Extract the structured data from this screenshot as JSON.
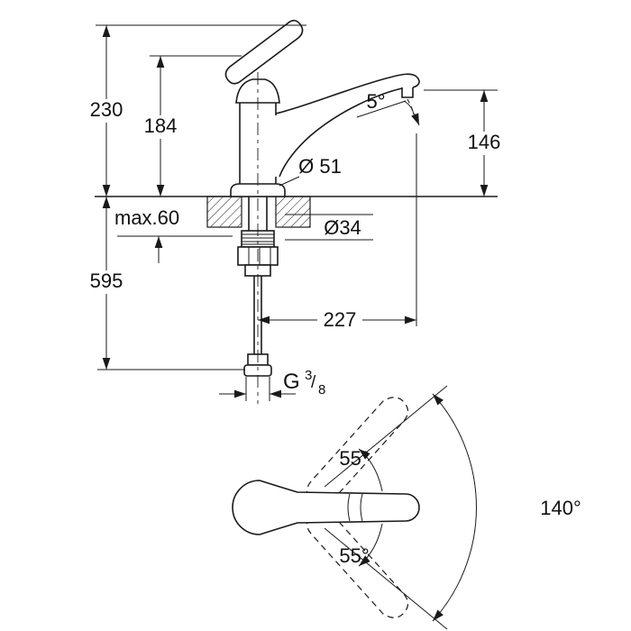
{
  "drawing_title": "faucet-dimension-drawing",
  "colors": {
    "line": "#1a1a1a",
    "background": "#ffffff"
  },
  "side_view": {
    "dims": {
      "height_total": "230",
      "height_body": "184",
      "spout_height": "146",
      "spout_angle": "5°",
      "base_diameter": "Ø 51",
      "deck_max": "max.60",
      "hole_diameter": "Ø34",
      "hose_length": "595",
      "spout_reach": "227",
      "thread_g": "G",
      "thread_num": "3",
      "thread_slash": "/",
      "thread_den": "8"
    }
  },
  "plan_view": {
    "dims": {
      "handle_angle_up": "55°",
      "handle_angle_down": "55°",
      "swivel_range": "140°"
    }
  }
}
